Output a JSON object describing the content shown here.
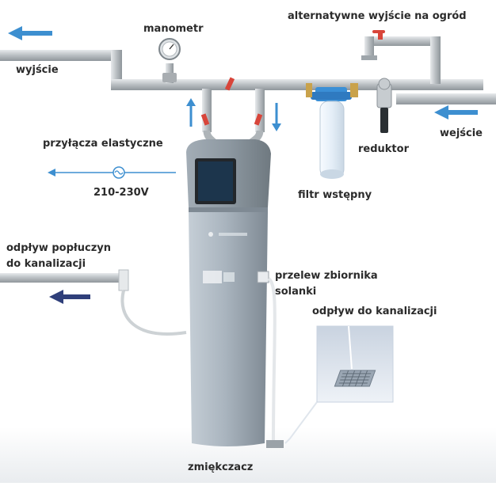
{
  "labels": {
    "manometer": "manometr",
    "garden_outlet": "alternatywne wyjście na ogród",
    "outlet": "wyjście",
    "inlet": "wejście",
    "flex_connectors": "przyłącza elastyczne",
    "reducer": "reduktor",
    "voltage": "210-230V",
    "prefilter": "filtr wstępny",
    "backwash_drain_line1": "odpływ popłuczyn",
    "backwash_drain_line2": "do kanalizacji",
    "brine_overflow_line1": "przelew zbiornika",
    "brine_overflow_line2": "solanki",
    "floor_drain": "odpływ do kanalizacji",
    "softener": "zmiękczacz"
  },
  "colors": {
    "pipe": "#b9bec2",
    "arrow_blue": "#3d8fd0",
    "arrow_navy": "#2f3f7a",
    "valve_red": "#d8453a",
    "filter_blue": "#3a8fd6",
    "softener_body": "#a9b4be",
    "softener_head": "#8f9aa3"
  }
}
